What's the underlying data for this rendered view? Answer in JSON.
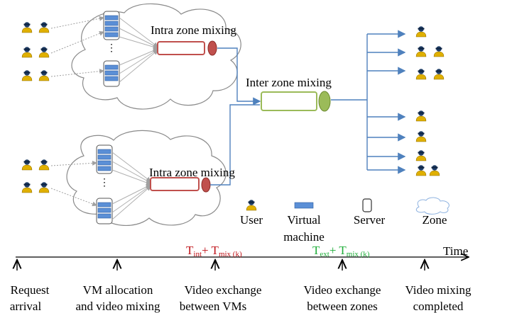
{
  "diagram": {
    "intra_label_1": "Intra zone mixing",
    "intra_label_2": "Intra zone mixing",
    "inter_label": "Inter zone mixing",
    "colors": {
      "cloud_stroke": "#8a8a8a",
      "vm_fill": "#5b8fd6",
      "intra_box": "#c0504d",
      "intra_knob": "#c0504d",
      "inter_box": "#9bbb59",
      "inter_knob": "#9bbb59",
      "connector": "#4f81bd",
      "user_head": "#1f3d66",
      "user_body": "#e0b000"
    }
  },
  "legend": {
    "user": "User",
    "vm_line1": "Virtual",
    "vm_line2": "machine",
    "server": "Server",
    "zone": "Zone"
  },
  "timeline": {
    "axis_label": "Time",
    "t_int_main": "T",
    "t_int_sub": "int",
    "t_int_plus": "+ T",
    "t_int_mix_sub": "mix (k)",
    "t_ext_main": "T",
    "t_ext_sub": "ext",
    "t_ext_plus": "+ T",
    "t_ext_mix_sub": "mix (k)",
    "events": [
      {
        "line1": "Request",
        "line2": "arrival"
      },
      {
        "line1": "VM allocation",
        "line2": "and video mixing"
      },
      {
        "line1": "Video exchange",
        "line2": "between VMs"
      },
      {
        "line1": "Video exchange",
        "line2": "between zones"
      },
      {
        "line1": "Video mixing",
        "line2": "completed"
      }
    ]
  }
}
